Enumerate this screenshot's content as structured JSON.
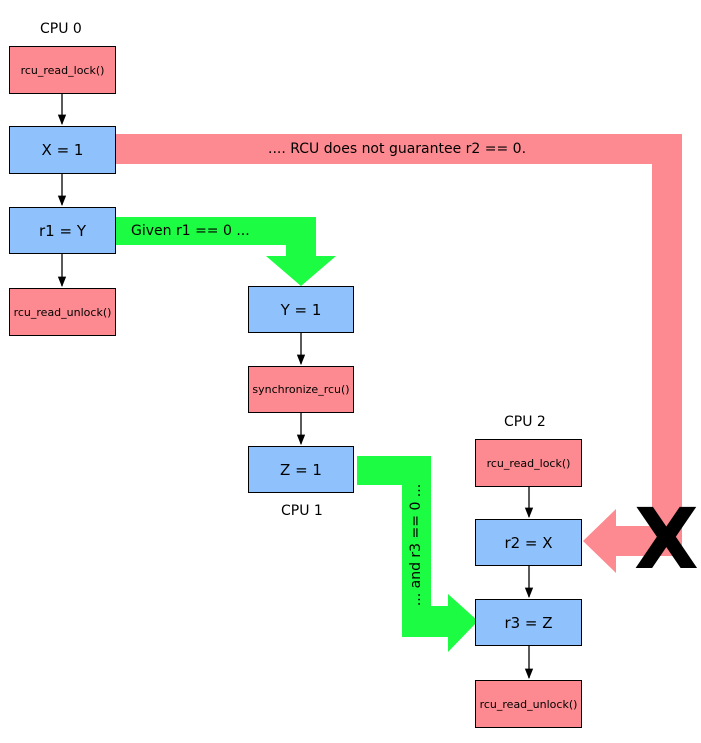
{
  "cpu0": {
    "label": "CPU 0",
    "boxes": [
      "rcu_read_lock()",
      "X = 1",
      "r1 = Y",
      "rcu_read_unlock()"
    ]
  },
  "cpu1": {
    "label": "CPU 1",
    "boxes": [
      "Y = 1",
      "synchronize_rcu()",
      "Z = 1"
    ]
  },
  "cpu2": {
    "label": "CPU 2",
    "boxes": [
      "rcu_read_lock()",
      "r2 = X",
      "r3 = Z",
      "rcu_read_unlock()"
    ]
  },
  "arrows": {
    "given": "Given r1 == 0 ...",
    "rcu_not_guarantee": ".... RCU does not guarantee r2 == 0.",
    "and_r3": "... and r3 == 0 ...",
    "blocked_mark": "X"
  },
  "colors": {
    "red_box": "#fc8a90",
    "blue_box": "#8fc2fc",
    "green_arrow": "#1cfc42",
    "pink_arrow": "#fc8a90"
  }
}
